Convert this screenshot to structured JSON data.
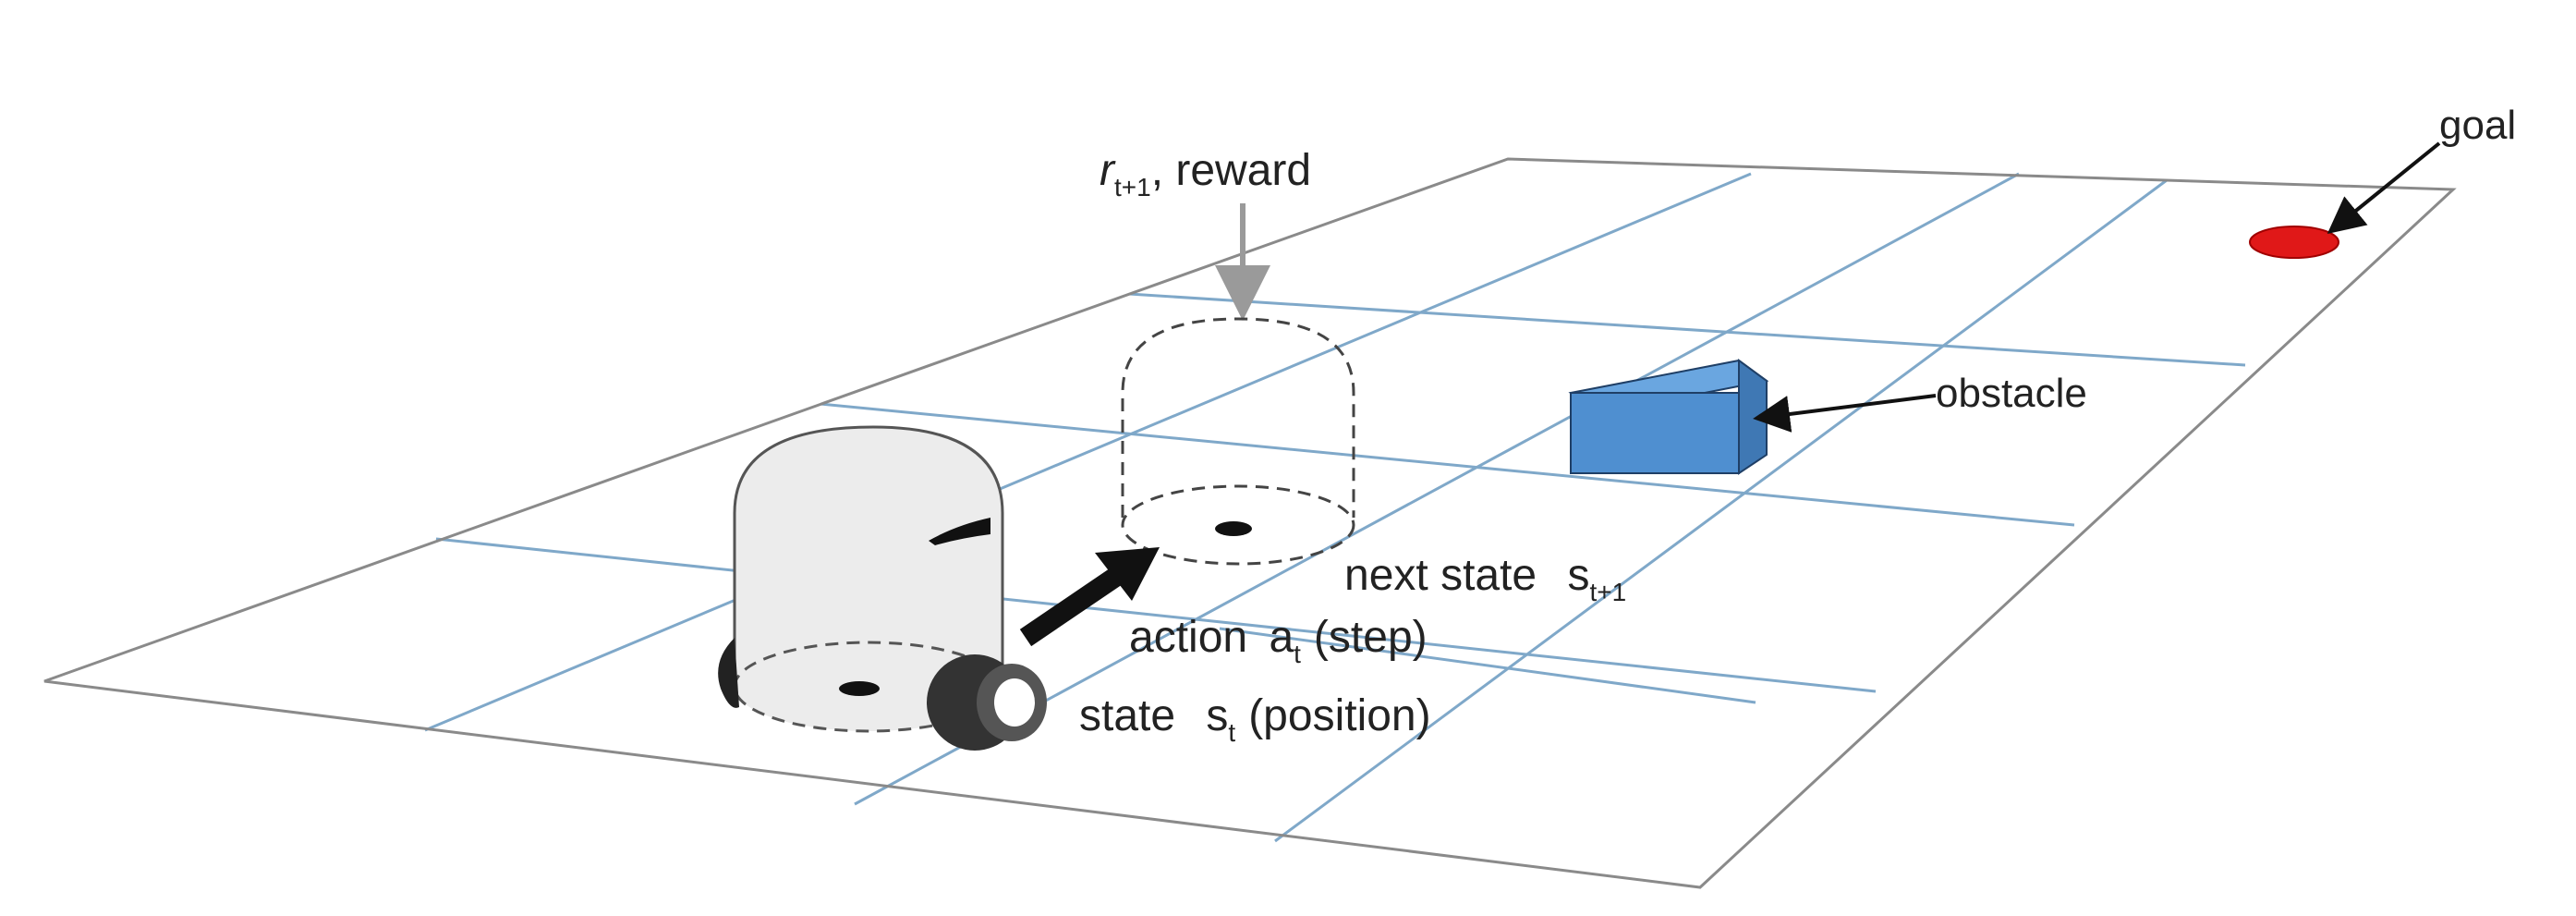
{
  "labels": {
    "goal": "goal",
    "obstacle": "obstacle",
    "reward_symbol": "r",
    "reward_subscript": "t+1",
    "reward_text": ", reward",
    "next_state_text": "next state",
    "next_state_symbol": "s",
    "next_state_subscript": "t+1",
    "action_text": "action",
    "action_symbol": "a",
    "action_subscript": "t",
    "action_paren": "(step)",
    "state_text": "state",
    "state_symbol": "s",
    "state_subscript": "t",
    "state_paren": "(position)"
  },
  "colors": {
    "grid_outline": "#8a8a8a",
    "grid_lines": "#7fa8c9",
    "goal": "#e01818",
    "obstacle_front": "#4f8fd0",
    "obstacle_top": "#6aa6e0",
    "obstacle_side": "#3f78b4",
    "robot_body": "#ececec",
    "reward_arrow": "#9a9a9a",
    "action_arrow": "#111111"
  }
}
